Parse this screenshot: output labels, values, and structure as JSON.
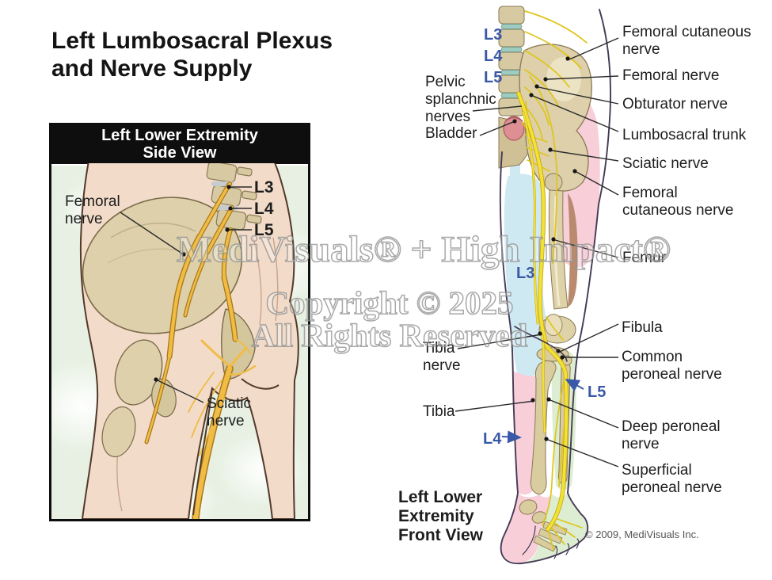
{
  "title": "Left Lumbosacral Plexus\nand Nerve Supply",
  "watermarks": {
    "brand": "MediVisuals® + High Impact®",
    "copyright": "Copyright © 2025",
    "rights": "All Rights Reserved"
  },
  "side_view": {
    "title": "Left Lower Extremity\nSide View",
    "labels": {
      "femoral_nerve": "Femoral\nnerve",
      "l3": "L3",
      "l4": "L4",
      "l5": "L5",
      "sciatic_nerve": "Sciatic\nnerve"
    }
  },
  "front_view": {
    "title": "Left Lower\nExtremity\nFront View",
    "spine_levels": {
      "l3": "L3",
      "l4": "L4",
      "l5": "L5"
    },
    "left_labels": {
      "pelvic_splanchnic": "Pelvic\nsplanchnic\nnerves",
      "bladder": "Bladder",
      "tibia_nerve": "Tibia\nnerve",
      "tibia": "Tibia"
    },
    "right_labels": {
      "femoral_cutaneous_upper": "Femoral cutaneous\nnerve",
      "femoral_nerve": "Femoral nerve",
      "obturator_nerve": "Obturator nerve",
      "lumbosacral_trunk": "Lumbosacral trunk",
      "sciatic_nerve": "Sciatic nerve",
      "femoral_cutaneous_lower": "Femoral\ncutaneous nerve",
      "femur": "Femur",
      "fibula": "Fibula",
      "common_peroneal": "Common\nperoneal nerve",
      "deep_peroneal": "Deep peroneal\nnerve",
      "superficial_peroneal": "Superficial\nperoneal nerve"
    },
    "dermatome_labels": {
      "l3": "L3",
      "l4": "L4",
      "l5": "L5"
    },
    "copyright": "© 2009, MediVisuals Inc."
  },
  "palette": {
    "label_blue": "#3a58a8",
    "nerve_yellow_front": "#f2e235",
    "nerve_gold_side": "#f0bc45",
    "dermatome_blue": "#cfe9f2",
    "dermatome_pink": "#f8ced9",
    "dermatome_green": "#dcedd2",
    "bone_tan": "#d9cc9f",
    "header_bg": "#0e0e0e"
  }
}
